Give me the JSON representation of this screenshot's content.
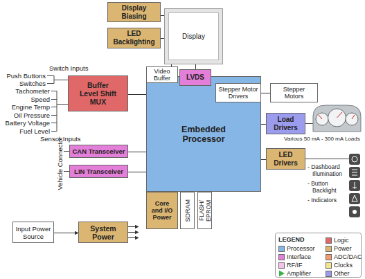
{
  "diagram": {
    "nodes": [
      {
        "text": [
          "Display Biasing"
        ]
      },
      {
        "text": [
          "Display"
        ]
      },
      {
        "text": [
          "LED Backlighting"
        ]
      },
      {
        "text": [
          "Video Buffer"
        ]
      },
      {
        "text": [
          "LVDS"
        ]
      },
      {
        "text": [
          "Buffer Level Shift MUX"
        ]
      },
      {
        "text": [
          "Embedded Processor"
        ]
      },
      {
        "text": [
          "Stepper Motor Drivers"
        ],
        "in": 6
      },
      {
        "text": [
          "Stepper Motors"
        ]
      },
      {
        "text": [
          "Load Drivers"
        ]
      },
      {
        "text": [
          "LED Drivers"
        ]
      },
      {
        "text": [
          "CAN Transceiver"
        ]
      },
      {
        "text": [
          "LIN Transceiver"
        ]
      },
      {
        "text": [
          "Core and I/O Power"
        ]
      },
      {
        "text": [
          "SDRAM"
        ]
      },
      {
        "text": [
          "FLASH/ EPROM"
        ]
      },
      {
        "text": [
          "Input Power Source"
        ]
      },
      {
        "text": [
          "System Power"
        ]
      }
    ],
    "edges": [
      {
        "from": 0,
        "to": 1,
        "arrow": "none"
      },
      {
        "from": 2,
        "to": 1,
        "arrow": "none"
      },
      {
        "from": 3,
        "to": 1,
        "arrow": "none"
      },
      {
        "from": 4,
        "to": 1,
        "arrow": "none"
      },
      {
        "from": 5,
        "to": 6,
        "arrow": "none"
      },
      {
        "from": 7,
        "to": 8,
        "arrow": "none"
      },
      {
        "from": 6,
        "to": 9,
        "arrow": "none"
      },
      {
        "from": 6,
        "to": 10,
        "arrow": "none"
      },
      {
        "from": 11,
        "to": 6,
        "arrow": "none"
      },
      {
        "from": 12,
        "to": 6,
        "arrow": "none"
      },
      {
        "from": 16,
        "to": 17,
        "arrow": "to"
      }
    ],
    "labels": [
      "Switch Inputs",
      "Push Buttons",
      "Switches",
      "Tachometer",
      "Speed",
      "Engine Temp",
      "Oil Pressure",
      "Battery Voltage",
      "Fuel Level",
      "Sensor Inputs",
      "Vehicle Connector",
      "Various 50 mA - 300 mA Loads",
      "- Dashboard Illumination",
      "- Button Backlight",
      "- Indicators",
      "LEGEND"
    ],
    "legend": [
      {
        "text": "Processor",
        "color": "#86b6e6"
      },
      {
        "text": "Logic",
        "color": "#e06868"
      },
      {
        "text": "Interface",
        "color": "#e47fd9"
      },
      {
        "text": "Power",
        "color": "#dbb672"
      },
      {
        "text": "RF/IF",
        "color": "#f4c3ec"
      },
      {
        "text": "ADC/DAC",
        "color": "#f29c6b"
      },
      {
        "text": "Amplifier"
      },
      {
        "text": "Clocks",
        "color": "#f5e68c"
      },
      {
        "text": "Other",
        "color": "#9c9cee"
      }
    ]
  }
}
